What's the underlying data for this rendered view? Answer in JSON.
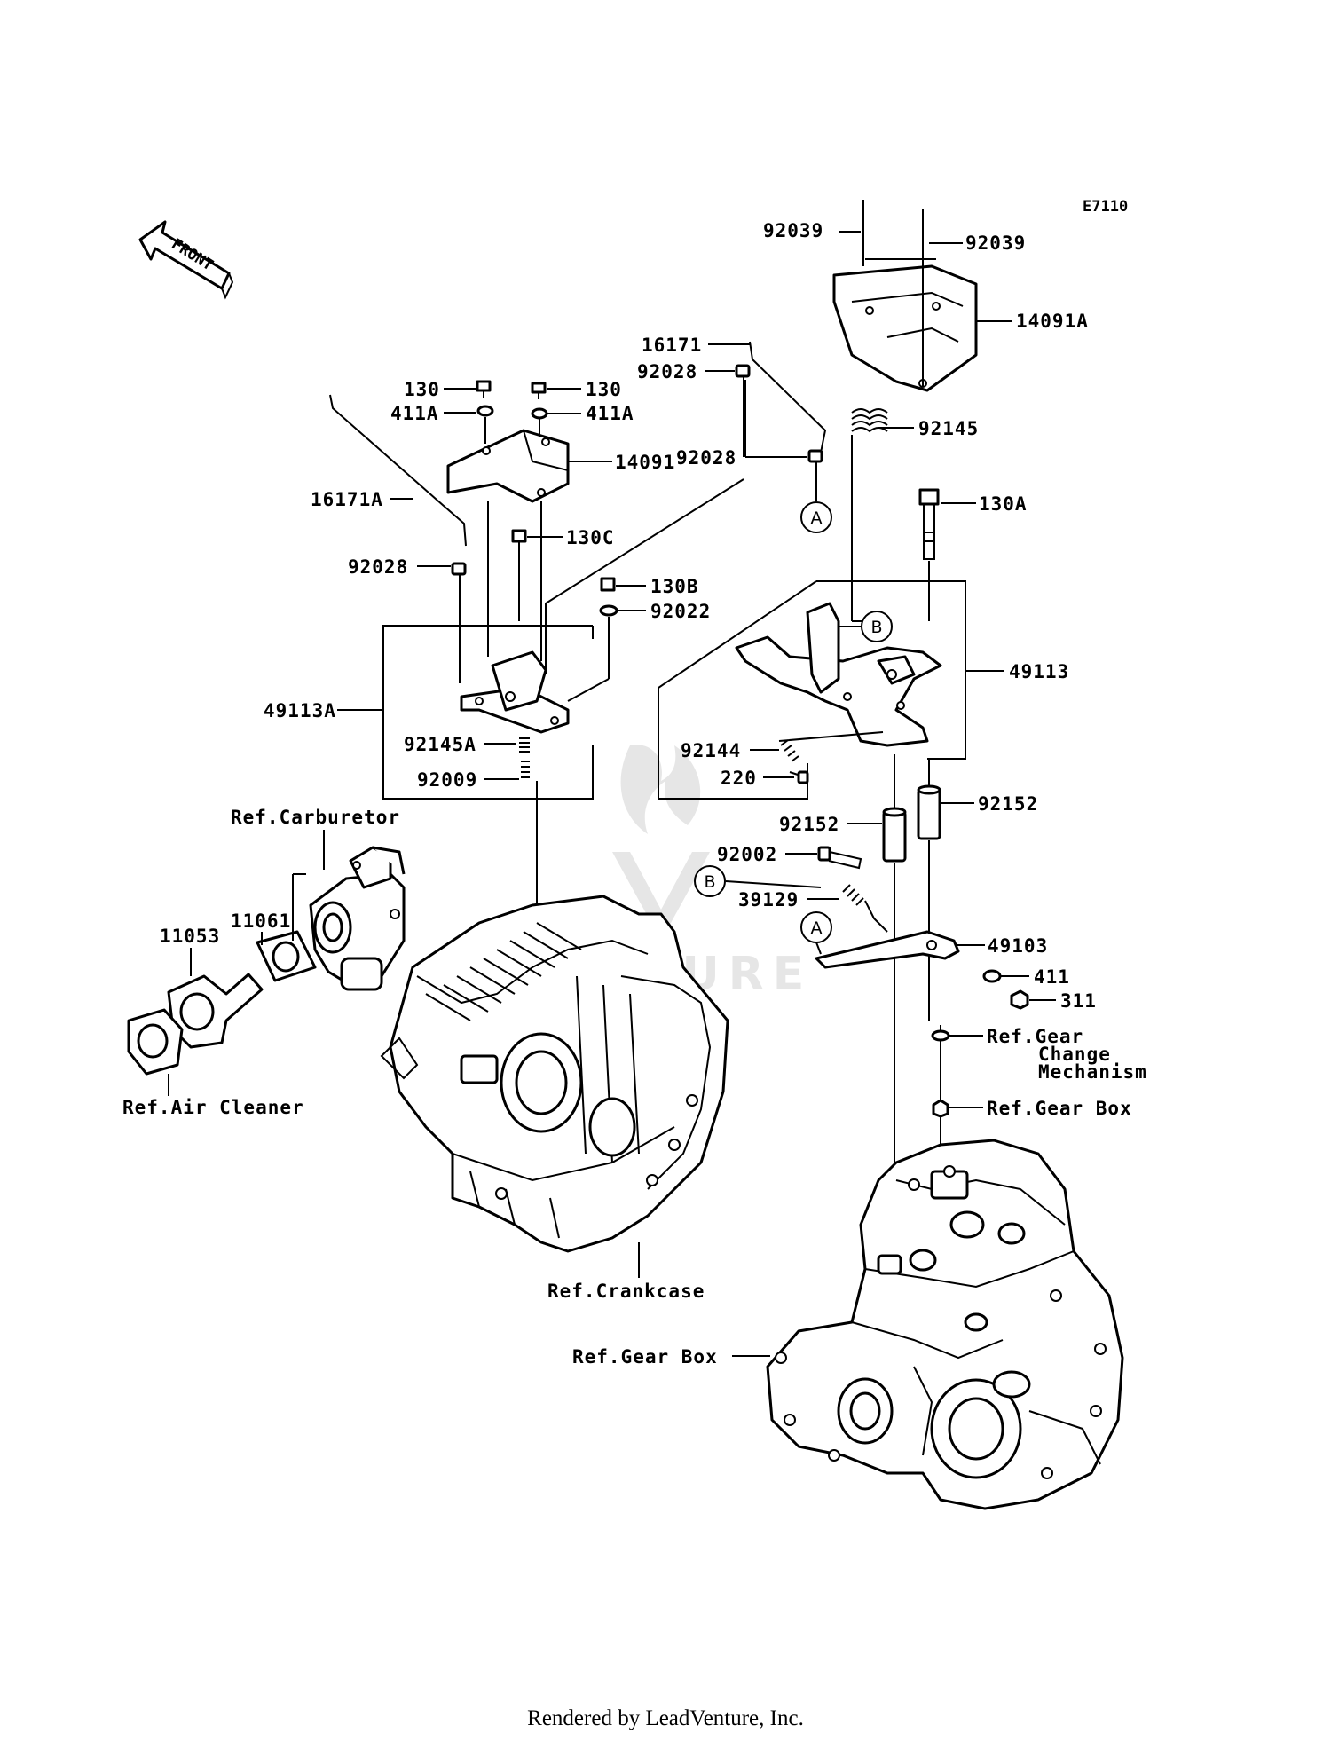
{
  "diagram_code": "E7110",
  "front_label": "FRONT",
  "footer": "Rendered by LeadVenture, Inc.",
  "watermark": "VENTURE",
  "circle_markers": [
    "A",
    "B"
  ],
  "parts": {
    "p92039_left": "92039",
    "p92039_right": "92039",
    "p14091A": "14091A",
    "p16171": "16171",
    "p92028_top": "92028",
    "p92145": "92145",
    "p92028_mid": "92028",
    "p130_left": "130",
    "p130_right": "130",
    "p411A_left": "411A",
    "p411A_right": "411A",
    "p14091": "14091",
    "p16171A": "16171A",
    "p130A": "130A",
    "p130C": "130C",
    "p92028_low": "92028",
    "p130B": "130B",
    "p92022": "92022",
    "p49113": "49113",
    "p49113A": "49113A",
    "p92145A": "92145A",
    "p92009": "92009",
    "p92144": "92144",
    "p220": "220",
    "p92152_right": "92152",
    "p92152_left": "92152",
    "p92002": "92002",
    "p39129": "39129",
    "p49103": "49103",
    "p411": "411",
    "p311": "311"
  },
  "refs": {
    "carburetor": "Ref.Carburetor",
    "air_cleaner": "Ref.Air Cleaner",
    "crankcase": "Ref.Crankcase",
    "gear_box_left": "Ref.Gear Box",
    "gear_change_1": "Ref.Gear",
    "gear_change_2": "Change",
    "gear_change_3": "Mechanism",
    "gear_box_right": "Ref.Gear Box"
  },
  "other_numbers": {
    "p11061": "11061",
    "p11053": "11053"
  }
}
